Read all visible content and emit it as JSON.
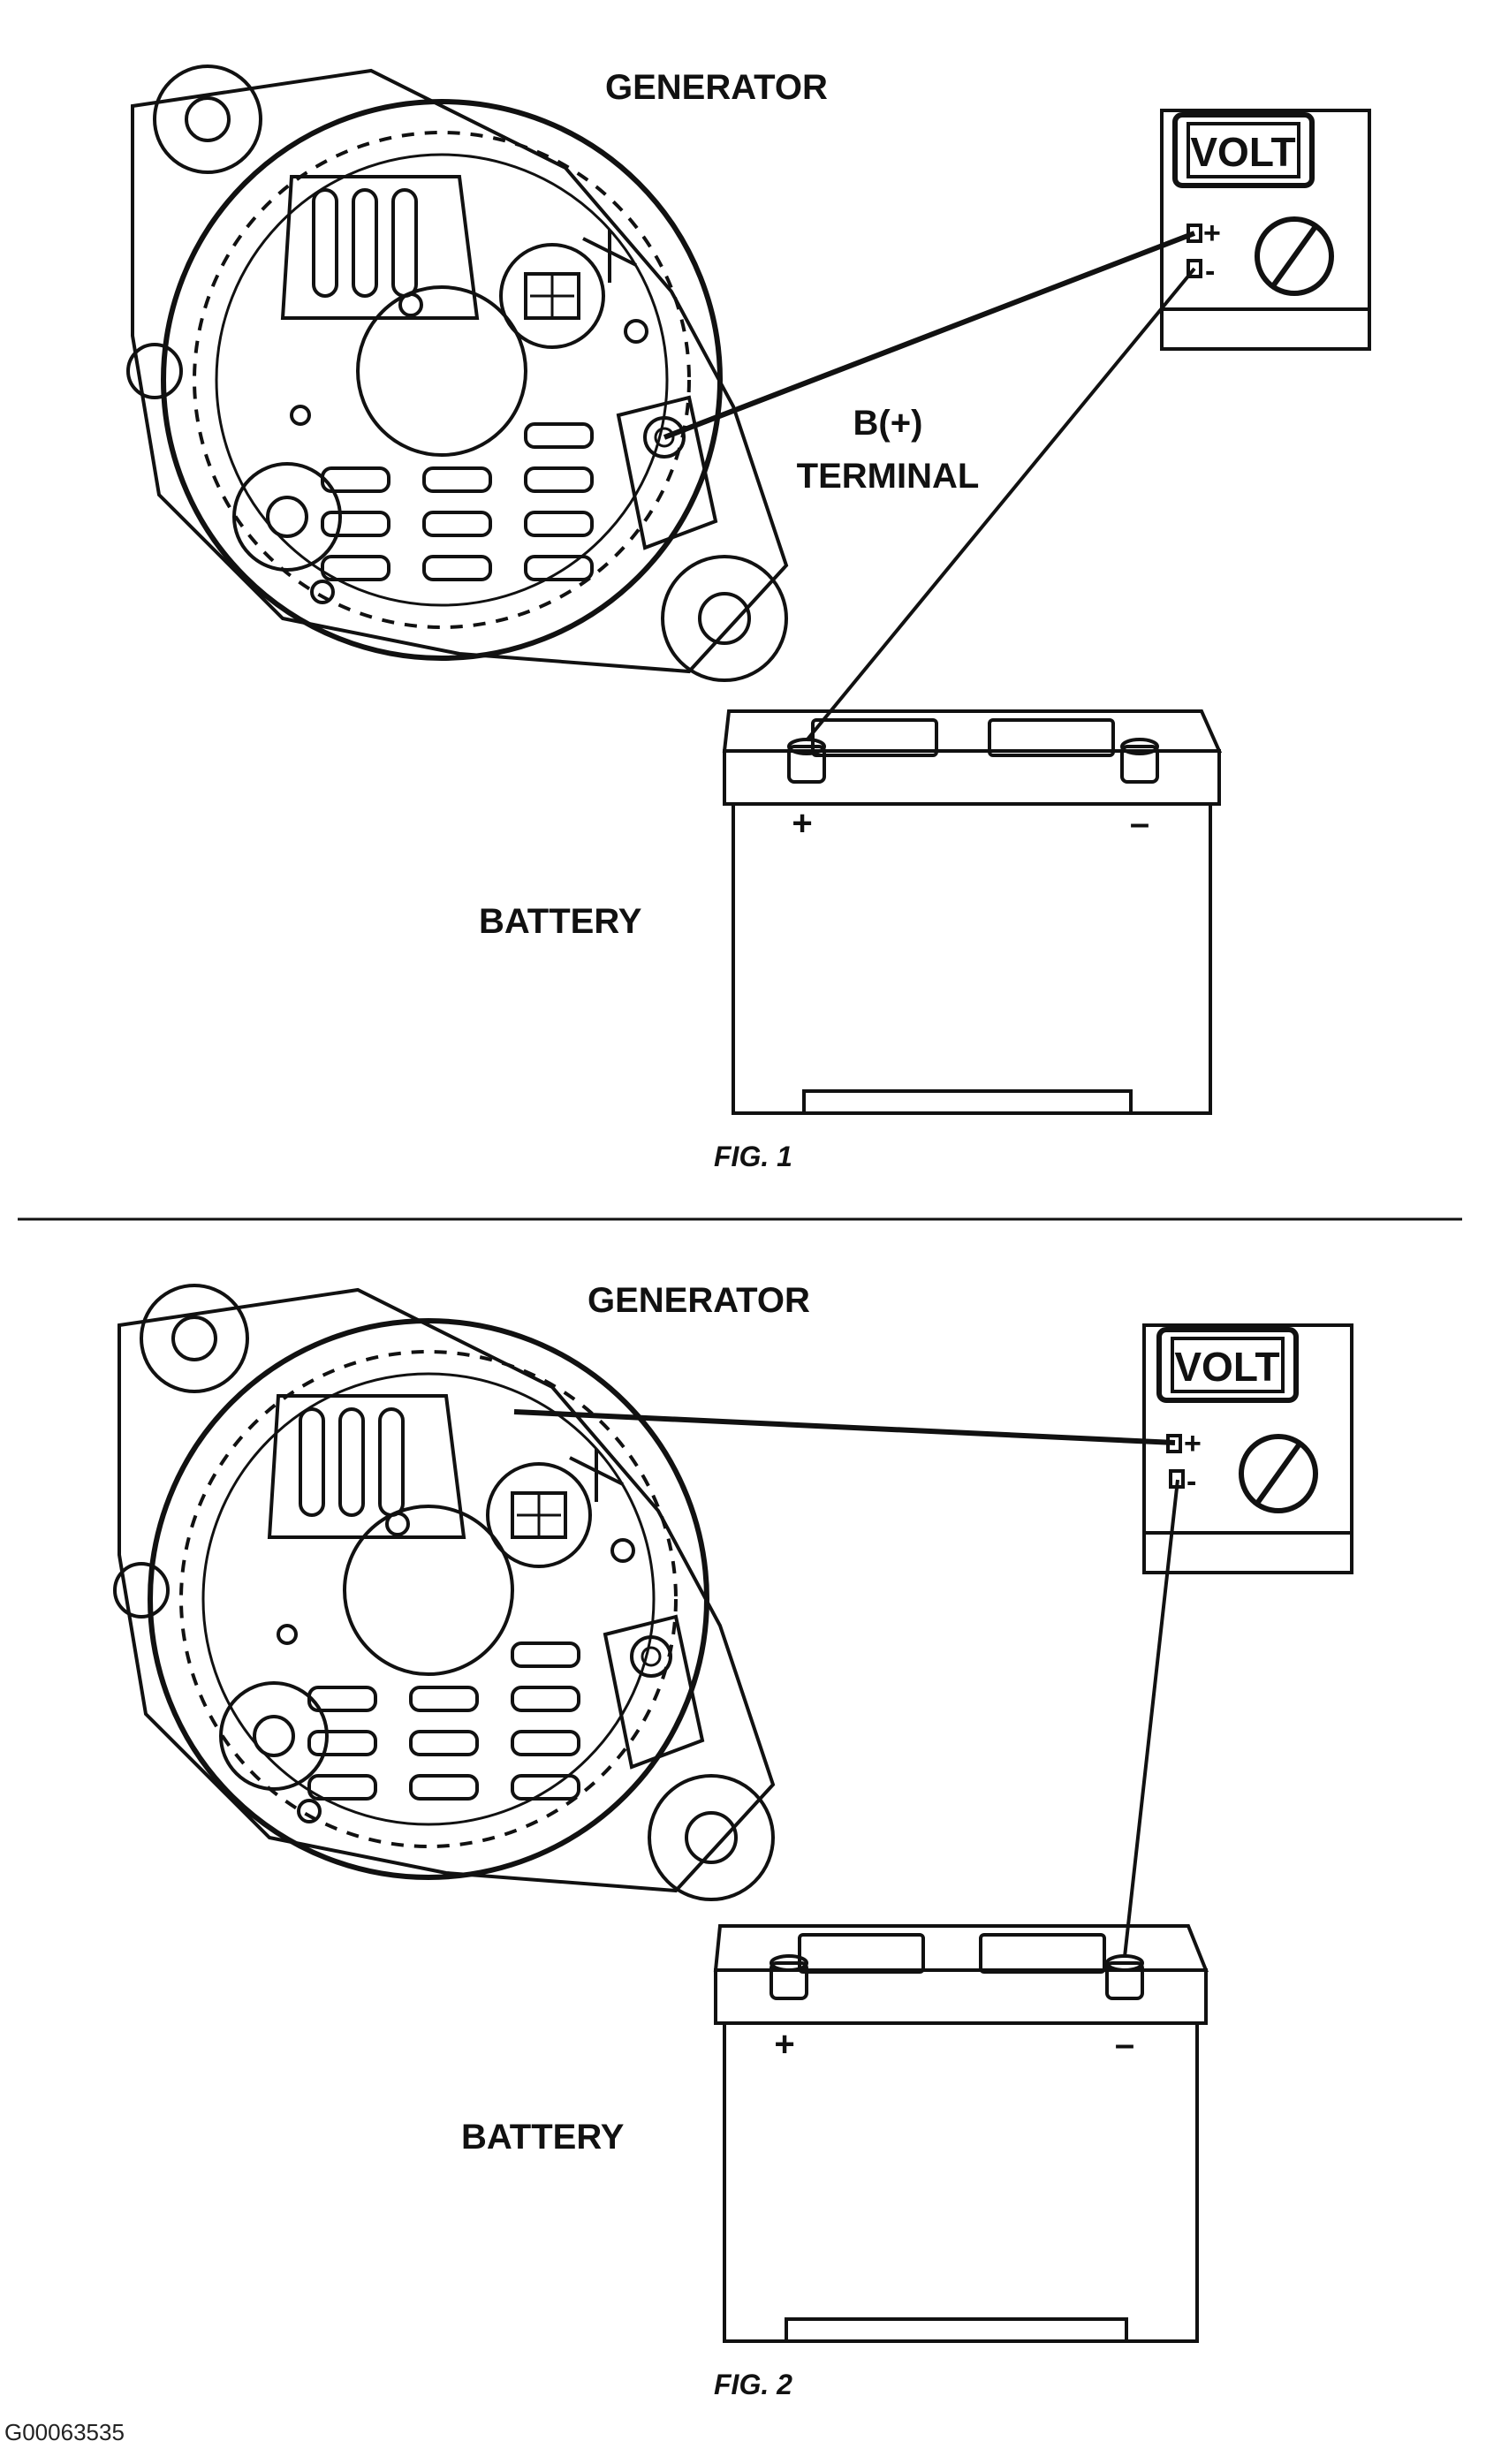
{
  "fig1": {
    "generator_label": "GENERATOR",
    "terminal_label_line1": "B(+)",
    "terminal_label_line2": "TERMINAL",
    "battery_label": "BATTERY",
    "battery_plus": "+",
    "battery_minus": "–",
    "meter_label": "VOLT",
    "meter_plus": "+",
    "meter_minus": "-",
    "caption": "FIG. 1"
  },
  "fig2": {
    "generator_label": "GENERATOR",
    "battery_label": "BATTERY",
    "battery_plus": "+",
    "battery_minus": "–",
    "meter_label": "VOLT",
    "meter_plus": "+",
    "meter_minus": "-",
    "caption": "FIG. 2"
  },
  "image_code": "G00063535",
  "colors": {
    "ink": "#111111",
    "paper": "#ffffff"
  }
}
